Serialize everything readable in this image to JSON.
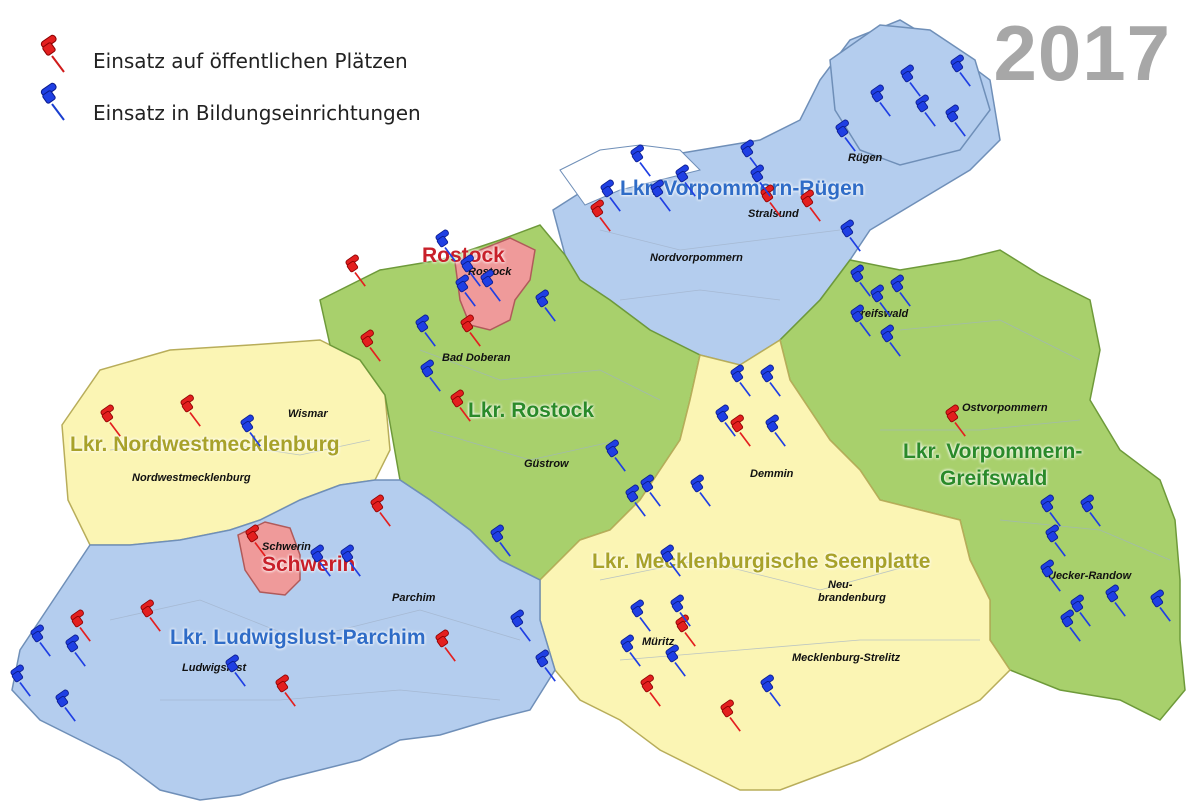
{
  "legend": {
    "public_label": "Einsatz auf öffentlichen Plätzen",
    "education_label": "Einsatz in Bildungseinrichtungen"
  },
  "year": "2017",
  "colors": {
    "blue_region": "#b4cdee",
    "green_region": "#a8d06c",
    "yellow_region": "#fbf5b4",
    "city_region": "#ef9a9a",
    "pin_public": "red-pin-icon",
    "pin_education": "blue-pin-icon"
  },
  "districts": {
    "nordwestmecklenburg": "Lkr. Nordwestmecklenburg",
    "rostock_lkr": "Lkr. Rostock",
    "vorpommern_ruegen": "Lkr. Vorpommern-Rügen",
    "vorpommern_greifswald_1": "Lkr. Vorpommern-",
    "vorpommern_greifswald_2": "Greifswald",
    "mecklenburgische_seenplatte": "Lkr. Mecklenburgische Seenplatte",
    "ludwigslust_parchim": "Lkr. Ludwigslust-Parchim",
    "rostock_city": "Rostock",
    "schwerin_city": "Schwerin"
  },
  "places": {
    "ruegen": "Rügen",
    "stralsund": "Stralsund",
    "nordvorpommern": "Nordvorpommern",
    "rostock": "Rostock",
    "greifswald": "Greifswald",
    "bad_doberan": "Bad Doberan",
    "wismar": "Wismar",
    "ostvorpommern": "Ostvorpommern",
    "nordwestmecklenburg": "Nordwestmecklenburg",
    "guestrow": "Güstrow",
    "demmin": "Demmin",
    "schwerin": "Schwerin",
    "uecker_randow": "Uecker-Randow",
    "neubrandenburg_1": "Neu-",
    "neubrandenburg_2": "brandenburg",
    "parchim": "Parchim",
    "mueritz": "Müritz",
    "ludwigslust": "Ludwigslust",
    "mecklenburg_strelitz": "Mecklenburg-Strelitz"
  }
}
